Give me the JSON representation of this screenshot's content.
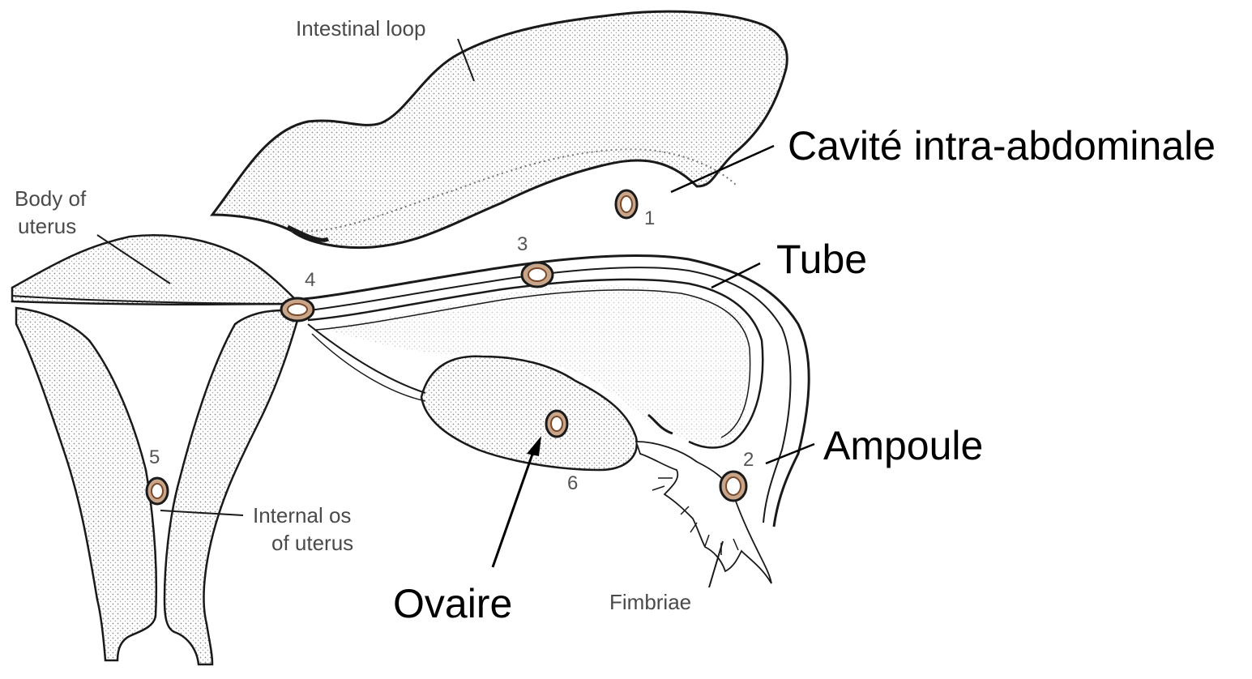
{
  "colors": {
    "ink": "#1a1a1a",
    "stipple": "#8a8a8a",
    "overlay_text": "#000000",
    "original_text": "#4a4a4a",
    "egg_fill": "#c9a58a",
    "egg_ring": "#7a4a2a"
  },
  "labels": {
    "intestinal_loop": "Intestinal loop",
    "body_of_uterus_line1": "Body of",
    "body_of_uterus_line2": "uterus",
    "internal_os_line1": "Internal os",
    "internal_os_line2": "of uterus",
    "fimbriae": "Fimbriae"
  },
  "numbers": {
    "n1": "1",
    "n2": "2",
    "n3": "3",
    "n4": "4",
    "n5": "5",
    "n6": "6"
  },
  "overlay": {
    "cavite": "Cavité intra-abdominale",
    "tube": "Tube",
    "ampoule": "Ampoule",
    "ovaire": "Ovaire"
  }
}
